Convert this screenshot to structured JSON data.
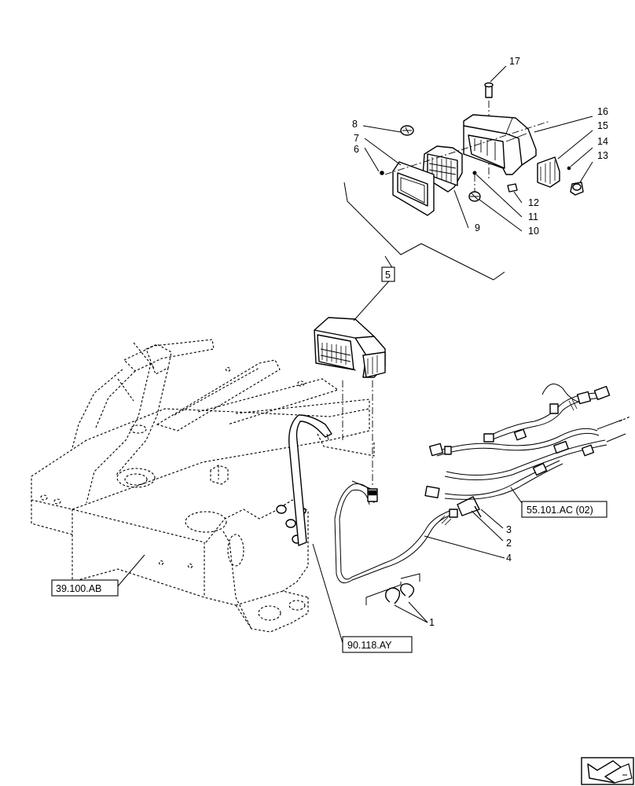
{
  "callouts": [
    {
      "id": "c1",
      "label": "1"
    },
    {
      "id": "c2",
      "label": "2"
    },
    {
      "id": "c3",
      "label": "3"
    },
    {
      "id": "c4",
      "label": "4"
    },
    {
      "id": "c5",
      "label": "5"
    },
    {
      "id": "c6",
      "label": "6"
    },
    {
      "id": "c7",
      "label": "7"
    },
    {
      "id": "c8",
      "label": "8"
    },
    {
      "id": "c9",
      "label": "9"
    },
    {
      "id": "c10",
      "label": "10"
    },
    {
      "id": "c11",
      "label": "11"
    },
    {
      "id": "c12",
      "label": "12"
    },
    {
      "id": "c13",
      "label": "13"
    },
    {
      "id": "c14",
      "label": "14"
    },
    {
      "id": "c15",
      "label": "15"
    },
    {
      "id": "c16",
      "label": "16"
    },
    {
      "id": "c17",
      "label": "17"
    }
  ],
  "references": {
    "chassis": "39.100.AB",
    "harness_frame": "90.118.AY",
    "electrical": "55.101.AC (02)"
  },
  "nav_icon": "next-page-arrow-icon"
}
